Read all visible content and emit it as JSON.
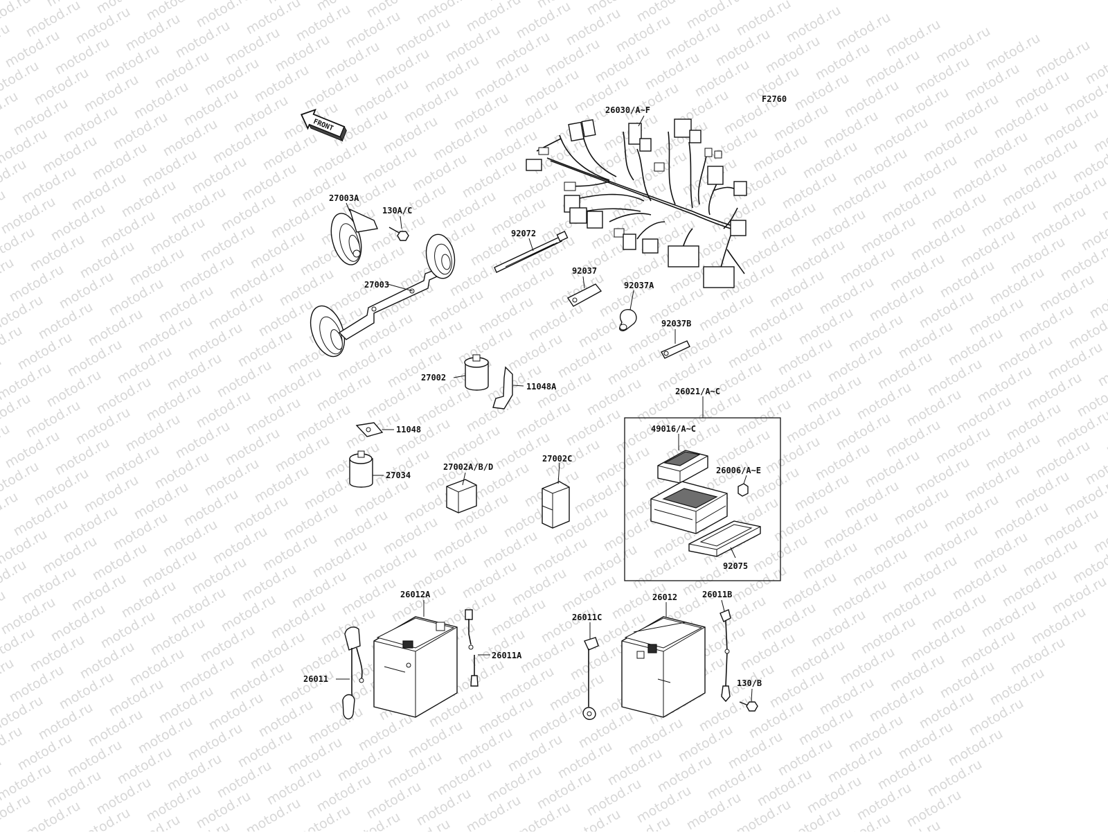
{
  "watermark_text": "motod.ru",
  "figure_code": "F2760",
  "front_label": "FRONT",
  "labels": {
    "wiring_harness": "26030/A~F",
    "horn_a": "27003A",
    "bolt_horn": "130A/C",
    "horn": "27003",
    "band": "92072",
    "clamp": "92037",
    "clamp_a": "92037A",
    "clamp_b": "92037B",
    "relay_27002": "27002",
    "bracket_11048a": "11048A",
    "bracket_11048": "11048",
    "relay_27034": "27034",
    "relay_27002abd": "27002A/B/D",
    "relay_27002c": "27002C",
    "junction_box": "26021/A~C",
    "cover_49016": "49016/A~C",
    "fuse_26006": "26006/A~E",
    "cover_92075": "92075",
    "battery_a": "26012A",
    "lead_26011": "26011",
    "lead_26011a": "26011A",
    "battery": "26012",
    "lead_26011b": "26011B",
    "lead_26011c": "26011C",
    "bolt_battery": "130/B"
  }
}
